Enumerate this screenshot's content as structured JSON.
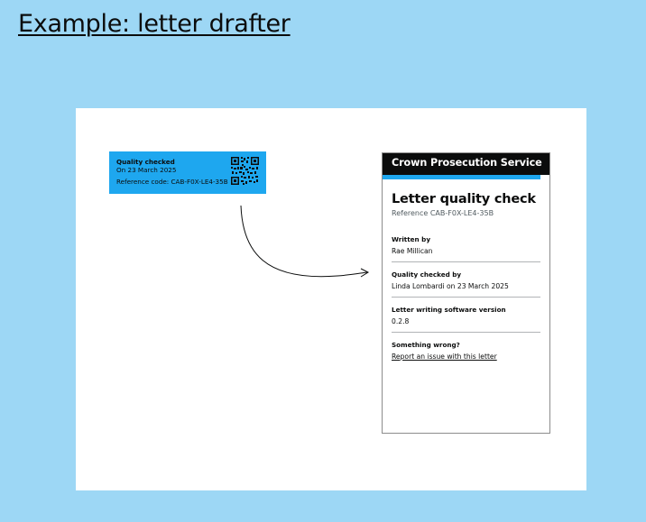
{
  "page": {
    "title": "Example: letter drafter"
  },
  "stamp": {
    "title": "Quality checked",
    "date": "On 23 March 2025",
    "reference": "Reference code: CAB-F0X-LE4-35B",
    "qr_icon": "qr-code-icon"
  },
  "card": {
    "header": "Crown Prosecution Service",
    "title": "Letter quality check",
    "reference": "Reference CAB-F0X-LE4-35B",
    "rows": [
      {
        "label": "Written by",
        "value": "Rae Millican"
      },
      {
        "label": "Quality checked by",
        "value": "Linda Lombardi on 23 March 2025"
      },
      {
        "label": "Letter writing software version",
        "value": "0.2.8"
      },
      {
        "label": "Something wrong?",
        "value": "Report an issue with this letter"
      }
    ]
  },
  "colors": {
    "background": "#9dd7f5",
    "accent": "#1ea7ef",
    "header": "#0b0c0c"
  }
}
